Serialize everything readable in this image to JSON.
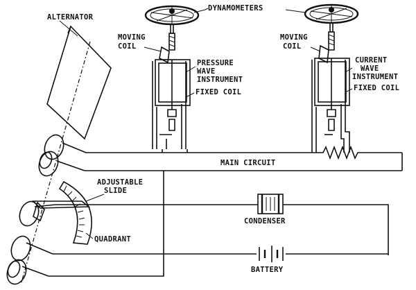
{
  "labels": {
    "alternator": "ALTERNATOR",
    "dynamometers": "DYNAMOMETERS",
    "moving_coil_1_line1": "MOVING",
    "moving_coil_1_line2": "COIL",
    "moving_coil_2_line1": "MOVING",
    "moving_coil_2_line2": "COIL",
    "pressure_1": "PRESSURE",
    "pressure_2": "WAVE",
    "pressure_3": "INSTRUMENT",
    "current_1": "CURRENT",
    "current_2": "WAVE",
    "current_3": "INSTRUMENT",
    "fixed_coil_1": "FIXED COIL",
    "fixed_coil_2": "FIXED COIL",
    "main_circuit": "MAIN CIRCUIT",
    "adjustable_1": "ADJUSTABLE",
    "adjustable_2": "SLIDE",
    "quadrant": "QUADRANT",
    "condenser": "CONDENSER",
    "battery": "BATTERY"
  }
}
